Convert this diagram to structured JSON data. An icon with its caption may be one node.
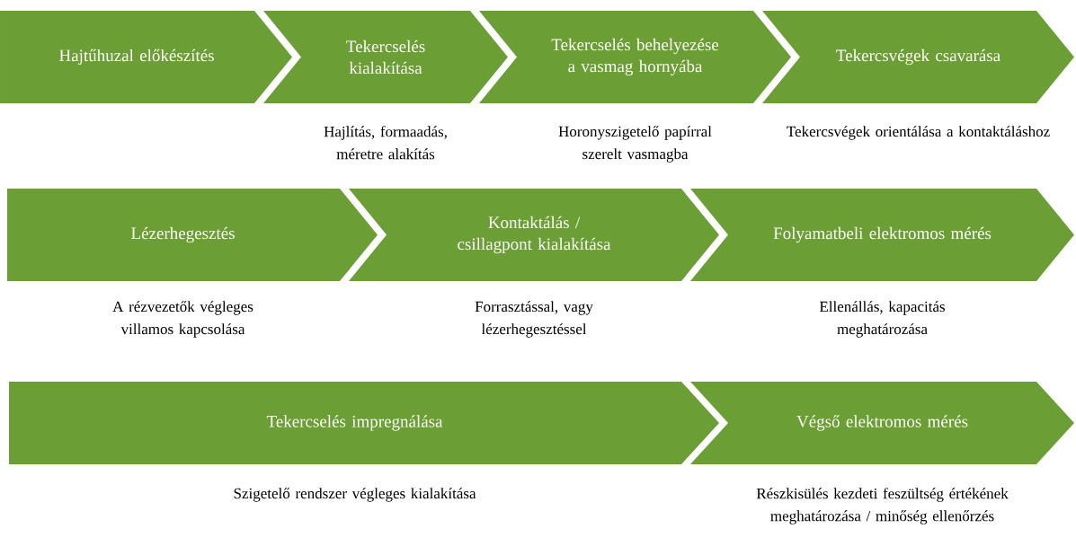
{
  "diagram": {
    "nodes": [
      {
        "text": [
          "Hajtűhuzal előkészítés"
        ]
      },
      {
        "text": [
          "Tekercselés kialakítása"
        ],
        "beside": [
          "Hajlítás, formaadás, méretre alakítás"
        ]
      },
      {
        "text": [
          "Tekercselés behelyezése a vasmag hornyába"
        ],
        "beside": [
          "Horonyszigetelő papírral szerelt vasmagba"
        ]
      },
      {
        "text": [
          "Tekercsvégek csavarása"
        ],
        "beside": [
          "Tekercsvégek orientálása a kontaktáláshoz"
        ]
      },
      {
        "text": [
          "Lézerhegesztés"
        ],
        "beside": [
          "A rézvezetők végleges villamos kapcsolása"
        ]
      },
      {
        "text": [
          "Kontaktálás / csillagpont kialakítása"
        ],
        "beside": [
          "Forrasztással, vagy lézerhegesztéssel"
        ]
      },
      {
        "text": [
          "Folyamatbeli elektromos mérés"
        ],
        "beside": [
          "Ellenállás, kapacitás meghatározása"
        ]
      },
      {
        "text": [
          "Tekercselés impregnálása"
        ],
        "beside": [
          "Szigetelő rendszer végleges kialakítása"
        ]
      },
      {
        "text": [
          "Végső elektromos mérés"
        ],
        "beside": [
          "Részkisülés kezdeti feszültség értékének meghatározása / minőség ellenőrzés"
        ]
      }
    ]
  }
}
